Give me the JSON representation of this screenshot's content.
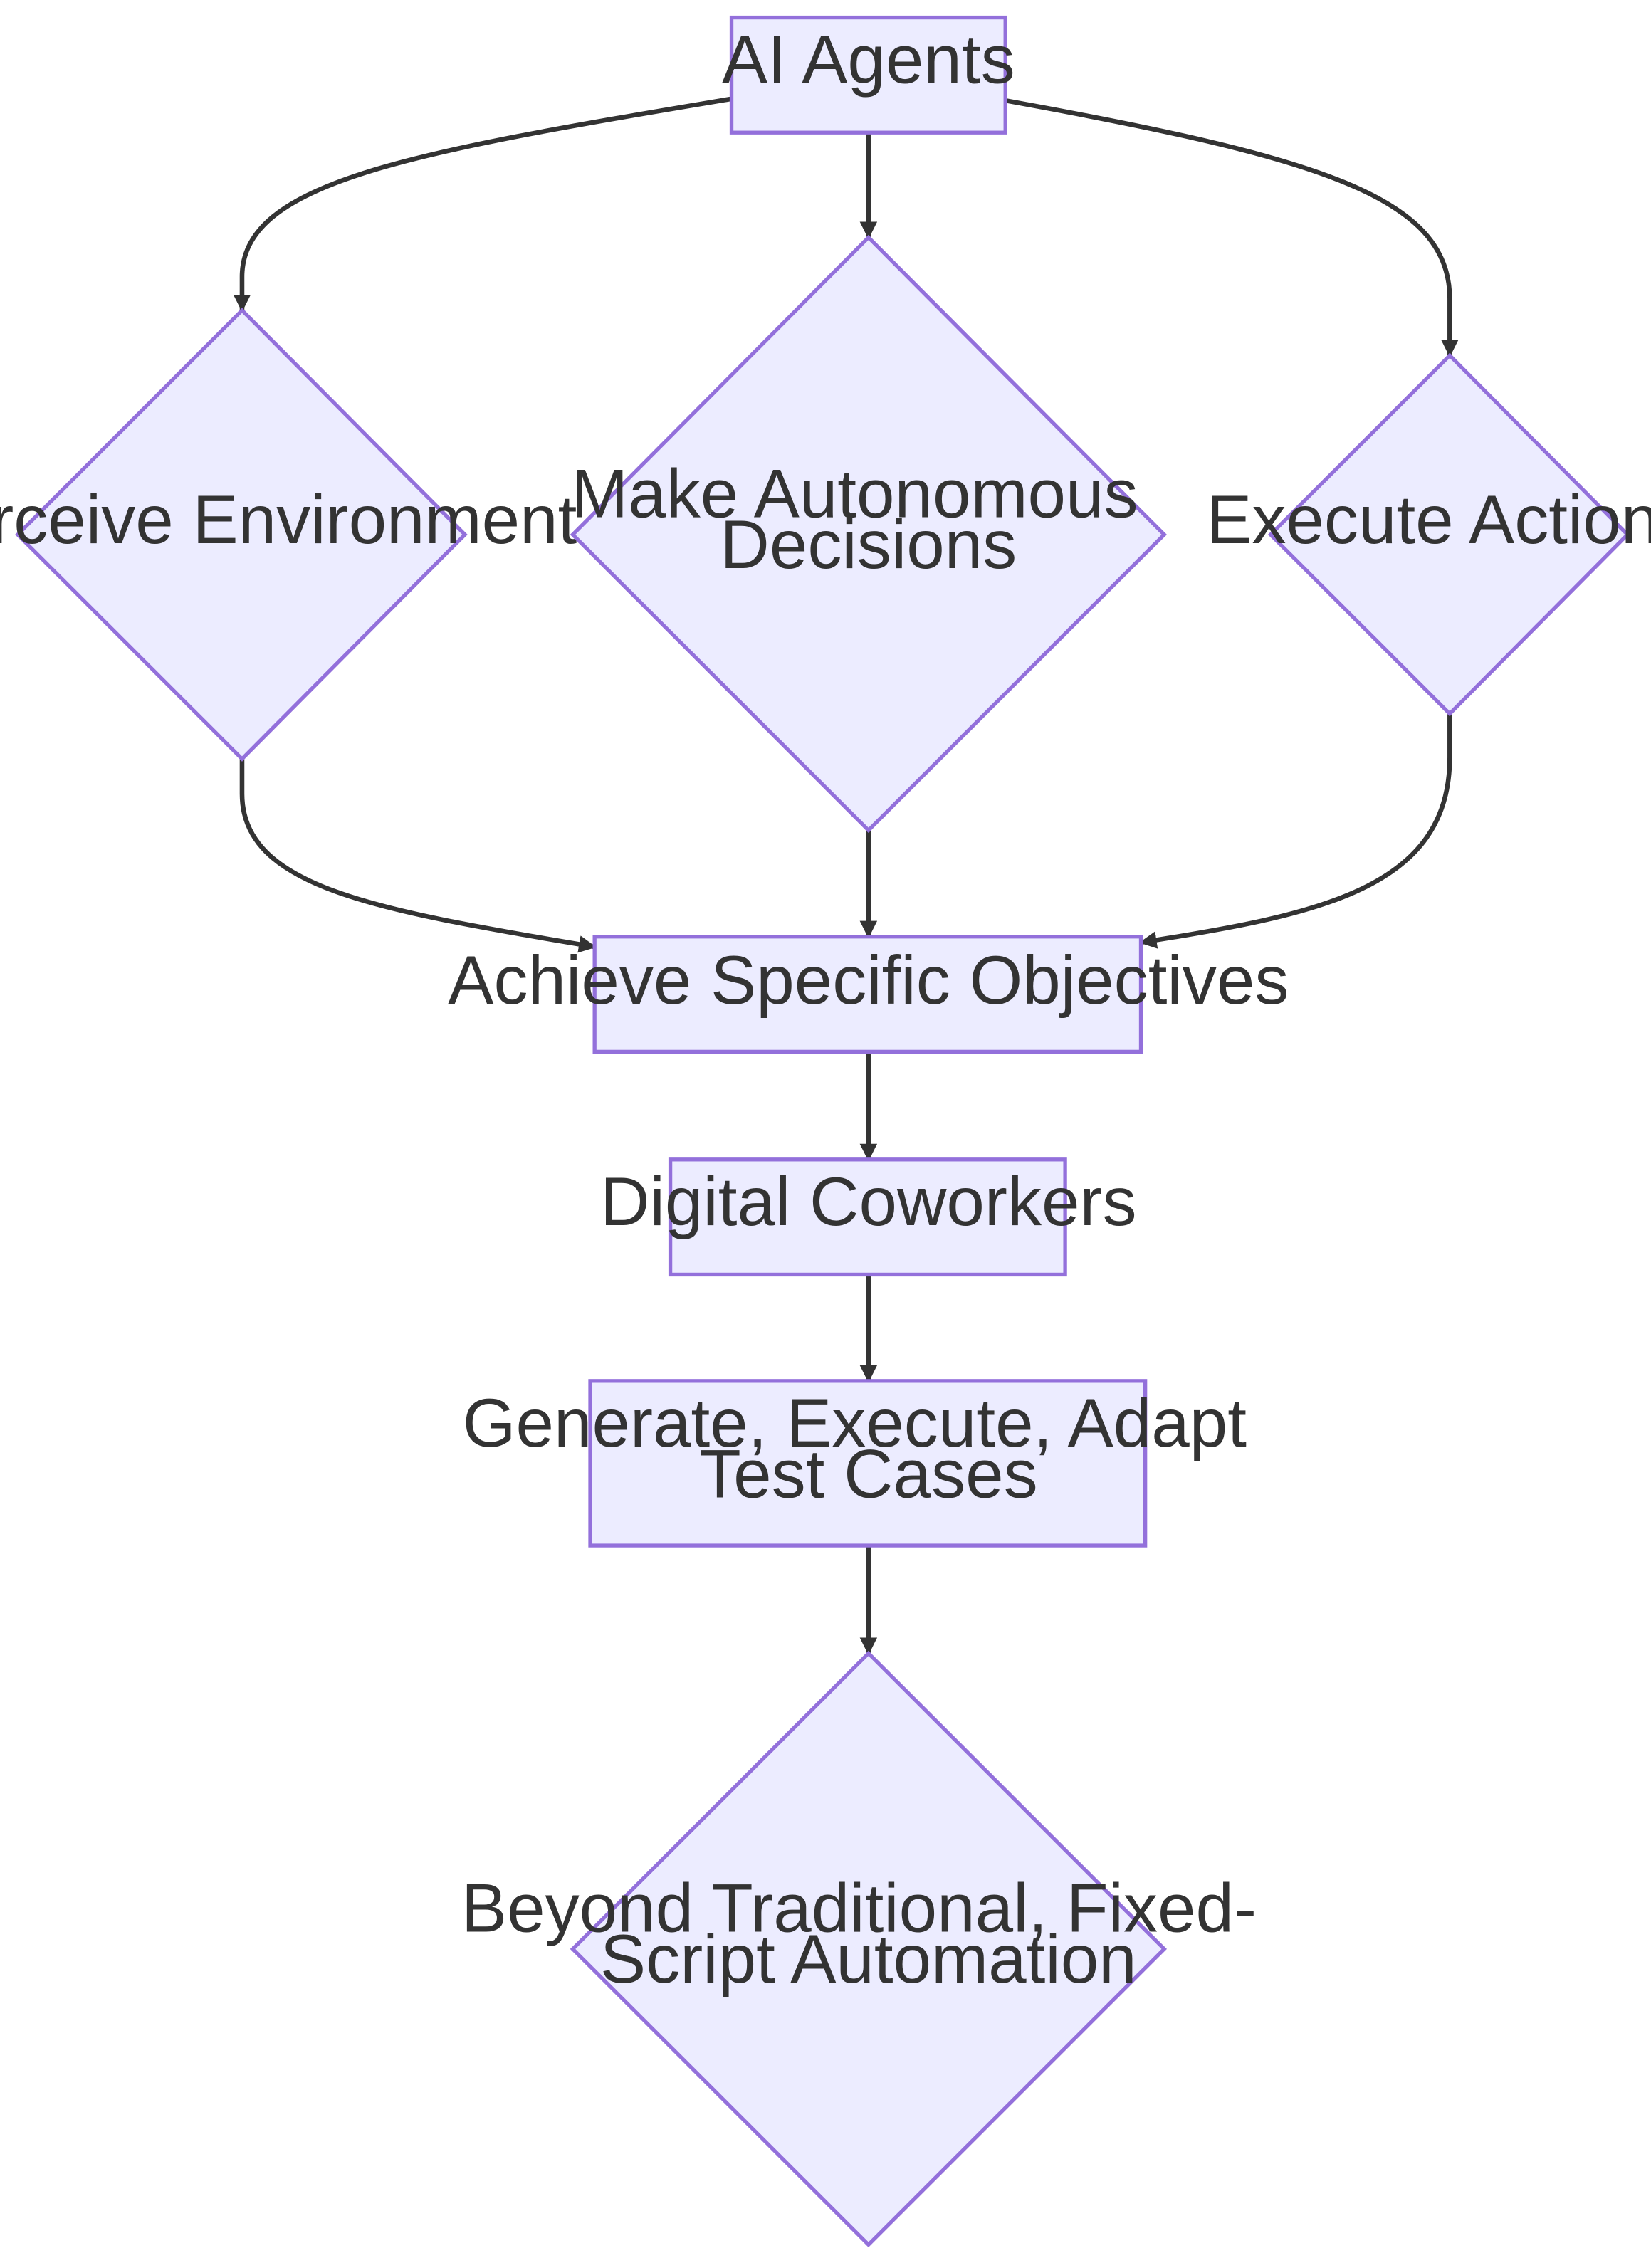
{
  "diagram": {
    "type": "flowchart",
    "colors": {
      "node_fill": "#ececff",
      "node_stroke": "#9370db",
      "edge": "#333333",
      "text": "#333333",
      "background": "#ffffff"
    },
    "nodes": [
      {
        "id": "ai_agents",
        "shape": "rect",
        "lines": [
          "AI Agents"
        ]
      },
      {
        "id": "perceive",
        "shape": "diamond",
        "lines": [
          "Perceive Environment"
        ]
      },
      {
        "id": "decide",
        "shape": "diamond",
        "lines": [
          "Make Autonomous",
          "Decisions"
        ]
      },
      {
        "id": "execute",
        "shape": "diamond",
        "lines": [
          "Execute Actions"
        ]
      },
      {
        "id": "objectives",
        "shape": "rect",
        "lines": [
          "Achieve Specific Objectives"
        ]
      },
      {
        "id": "coworkers",
        "shape": "rect",
        "lines": [
          "Digital Coworkers"
        ]
      },
      {
        "id": "test_cases",
        "shape": "rect",
        "lines": [
          "Generate, Execute, Adapt",
          "Test Cases"
        ]
      },
      {
        "id": "beyond",
        "shape": "diamond",
        "lines": [
          "Beyond Traditional, Fixed-",
          "Script Automation"
        ]
      }
    ],
    "edges": [
      {
        "from": "ai_agents",
        "to": "perceive"
      },
      {
        "from": "ai_agents",
        "to": "decide"
      },
      {
        "from": "ai_agents",
        "to": "execute"
      },
      {
        "from": "perceive",
        "to": "objectives"
      },
      {
        "from": "decide",
        "to": "objectives"
      },
      {
        "from": "execute",
        "to": "objectives"
      },
      {
        "from": "objectives",
        "to": "coworkers"
      },
      {
        "from": "coworkers",
        "to": "test_cases"
      },
      {
        "from": "test_cases",
        "to": "beyond"
      }
    ]
  }
}
